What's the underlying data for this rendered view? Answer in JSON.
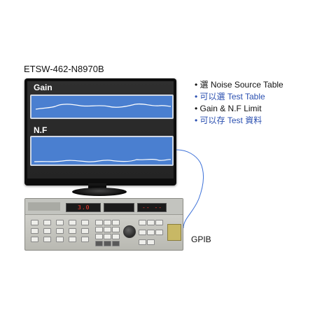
{
  "title": "ETSW-462-N8970B",
  "monitor": {
    "gain_label": "Gain",
    "nf_label": "N.F"
  },
  "bullets": [
    "• 選 Noise Source Table",
    "• 可以選 Test Table",
    "• Gain & N.F  Limit",
    "• 可以存 Test 資料"
  ],
  "instrument": {
    "display_value": "3.0",
    "display_right": "-- --"
  },
  "cable_label": "GPIB",
  "colors": {
    "screen_panel": "#4a7fd0",
    "bullet_chinese": "#2a4fb0",
    "led": "#ff3b2f",
    "cable": "#3a6fd8"
  }
}
